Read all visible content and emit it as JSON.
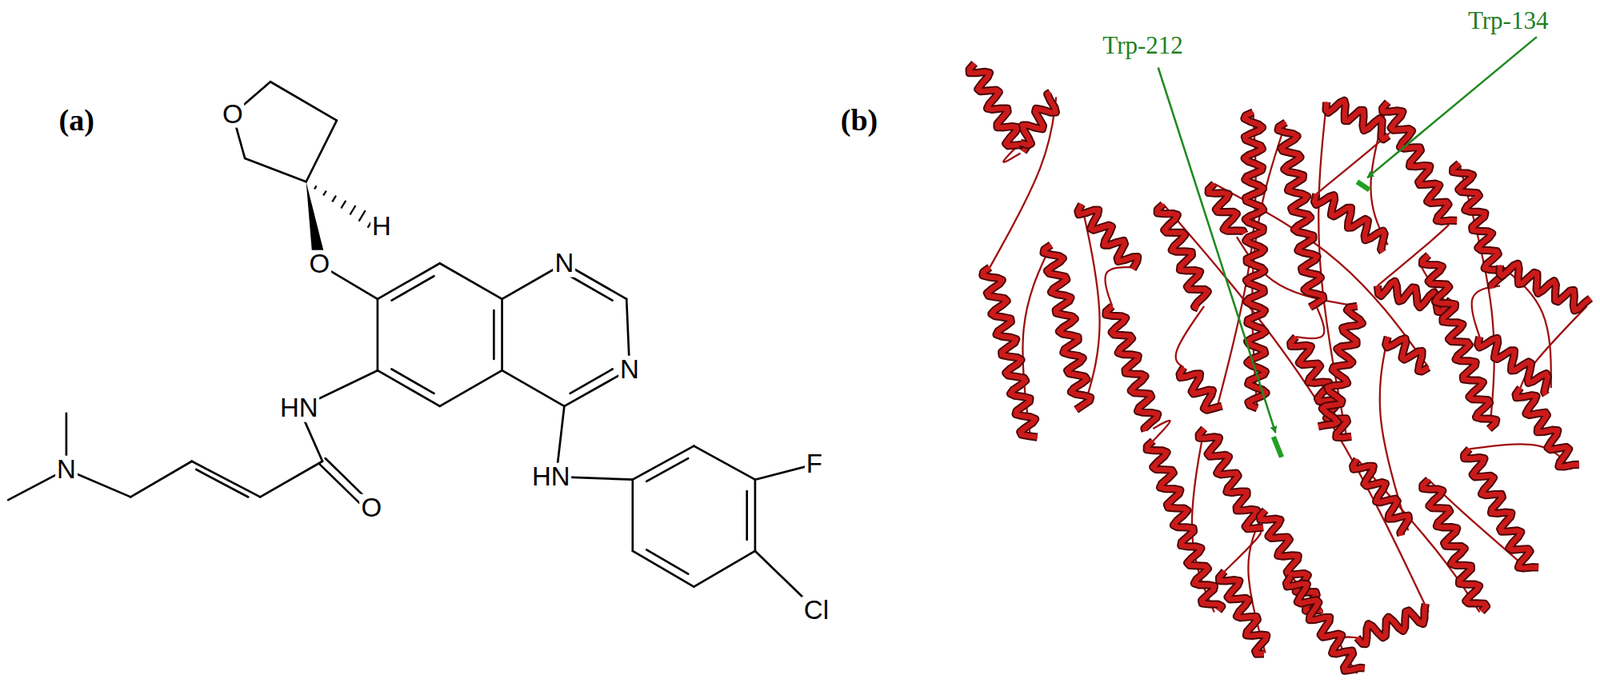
{
  "diagram": {
    "labels": [
      "(a)",
      "O",
      "H",
      "O",
      "N",
      "N",
      "HN",
      "N",
      "O",
      "HN",
      "F",
      "Cl",
      "(b)",
      "Trp-212",
      "Trp-134"
    ]
  }
}
